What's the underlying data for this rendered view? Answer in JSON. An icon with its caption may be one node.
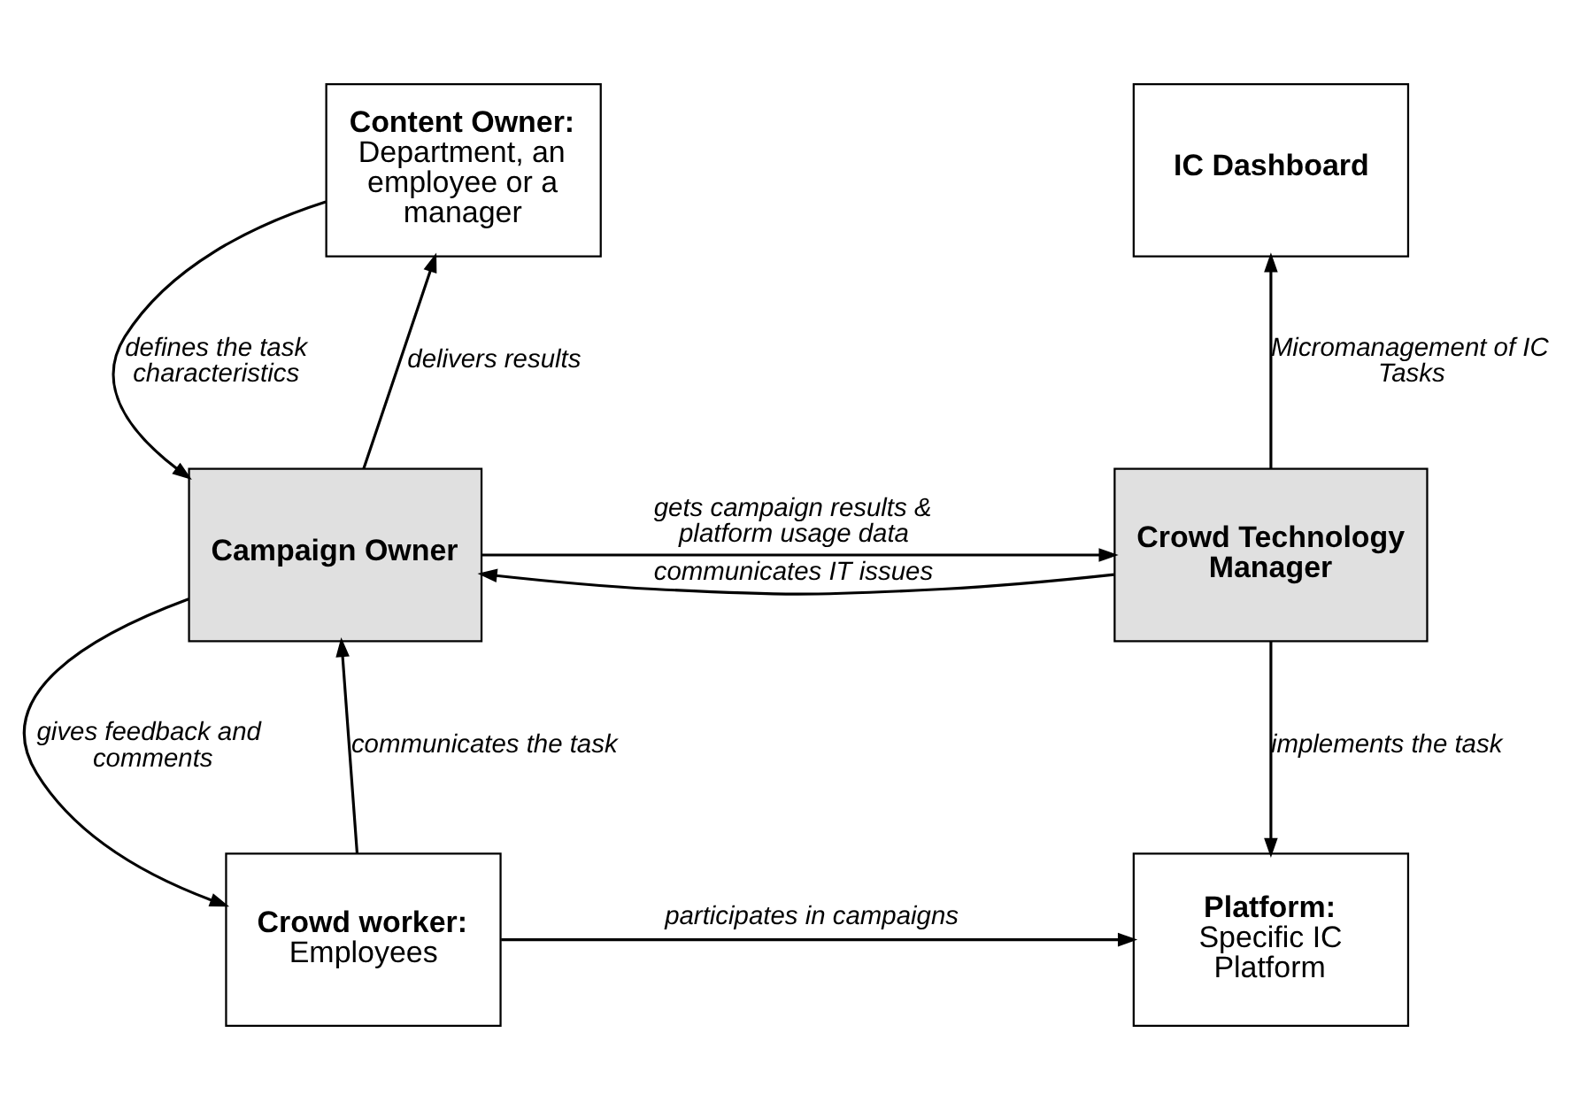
{
  "diagram": {
    "nodes": [
      {
        "text": [
          "Content Owner:",
          "Department, an employee or a manager"
        ]
      },
      {
        "text": [
          "IC Dashboard"
        ]
      },
      {
        "text": [
          "Campaign Owner"
        ]
      },
      {
        "text": [
          "Crowd Technology Manager"
        ]
      },
      {
        "text": [
          "Crowd worker:",
          "Employees"
        ]
      },
      {
        "text": [
          "Platform:",
          "Specific IC Platform"
        ]
      }
    ],
    "edges": [
      {
        "from": 2,
        "to": 0,
        "arrow": "to",
        "label": "delivers results"
      },
      {
        "from": 0,
        "to": 2,
        "arrow": "to",
        "label": "defines the task characteristics"
      },
      {
        "from": 3,
        "to": 1,
        "arrow": "to",
        "label": "Micromanagement of IC Tasks"
      },
      {
        "from": 2,
        "to": 3,
        "arrow": "to",
        "label": "gets campaign results & platform usage data"
      },
      {
        "from": 3,
        "to": 2,
        "arrow": "to",
        "label": "communicates IT issues"
      },
      {
        "from": 4,
        "to": 2,
        "arrow": "to",
        "label": "communicates the task"
      },
      {
        "from": 2,
        "to": 4,
        "arrow": "to",
        "label": "gives feedback and comments"
      },
      {
        "from": 3,
        "to": 5,
        "arrow": "to",
        "label": "implements the task"
      },
      {
        "from": 4,
        "to": 5,
        "arrow": "to",
        "label": "participates in campaigns"
      }
    ]
  }
}
